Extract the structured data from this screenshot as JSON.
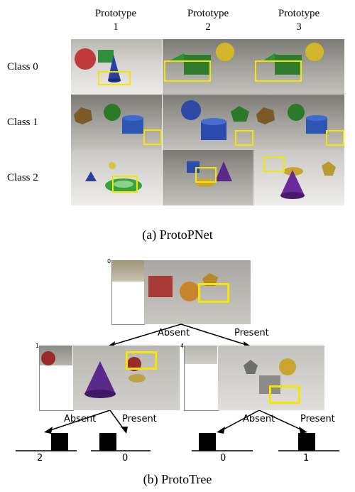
{
  "protopnet": {
    "column_headers": [
      {
        "line1": "Prototype",
        "line2": "1"
      },
      {
        "line1": "Prototype",
        "line2": "2"
      },
      {
        "line1": "Prototype",
        "line2": "3"
      }
    ],
    "row_labels": [
      "Class 0",
      "Class 1",
      "Class 2"
    ],
    "caption": "(a) ProtoPNet"
  },
  "protoree": {
    "root": {
      "index": "0"
    },
    "left_node": {
      "index": "1"
    },
    "right_node": {
      "index": "4"
    },
    "edge_labels": {
      "absent": "Absent",
      "present": "Present"
    },
    "leaves": [
      "2",
      "0",
      "0",
      "1"
    ],
    "caption": "(b) ProtoTree"
  },
  "colors": {
    "highlight": "#f5e600"
  }
}
